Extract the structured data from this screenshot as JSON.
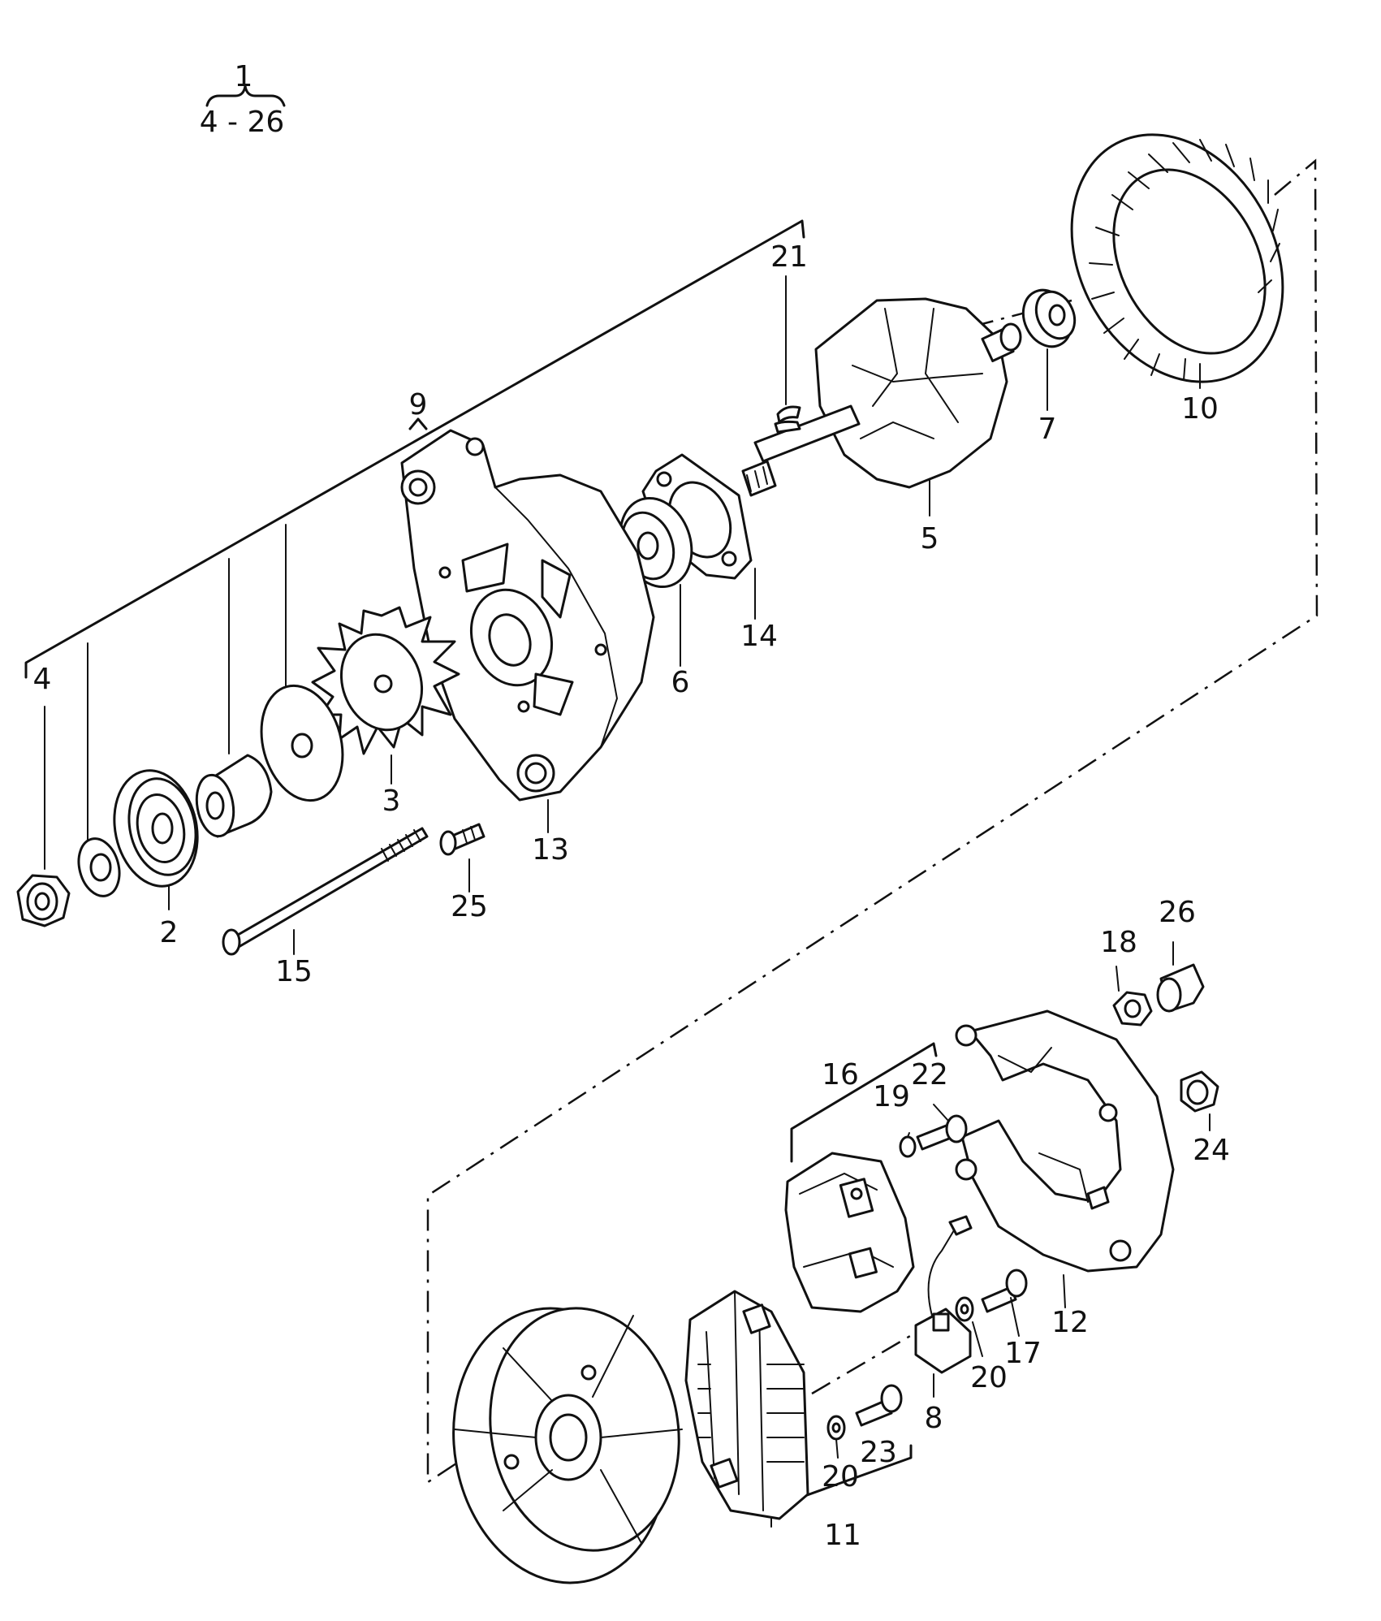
{
  "assembly": {
    "number": "1",
    "range": "4 - 26"
  },
  "callouts": [
    {
      "id": "2",
      "label": "2"
    },
    {
      "id": "3",
      "label": "3"
    },
    {
      "id": "4",
      "label": "4"
    },
    {
      "id": "5",
      "label": "5"
    },
    {
      "id": "6",
      "label": "6"
    },
    {
      "id": "7",
      "label": "7"
    },
    {
      "id": "8",
      "label": "8"
    },
    {
      "id": "9",
      "label": "9"
    },
    {
      "id": "10",
      "label": "10"
    },
    {
      "id": "11",
      "label": "11"
    },
    {
      "id": "12",
      "label": "12"
    },
    {
      "id": "13",
      "label": "13"
    },
    {
      "id": "14",
      "label": "14"
    },
    {
      "id": "15",
      "label": "15"
    },
    {
      "id": "16",
      "label": "16"
    },
    {
      "id": "17",
      "label": "17"
    },
    {
      "id": "18",
      "label": "18"
    },
    {
      "id": "19",
      "label": "19"
    },
    {
      "id": "20a",
      "label": "20"
    },
    {
      "id": "20b",
      "label": "20"
    },
    {
      "id": "21",
      "label": "21"
    },
    {
      "id": "22",
      "label": "22"
    },
    {
      "id": "23",
      "label": "23"
    },
    {
      "id": "24",
      "label": "24"
    },
    {
      "id": "25",
      "label": "25"
    },
    {
      "id": "26",
      "label": "26"
    }
  ]
}
